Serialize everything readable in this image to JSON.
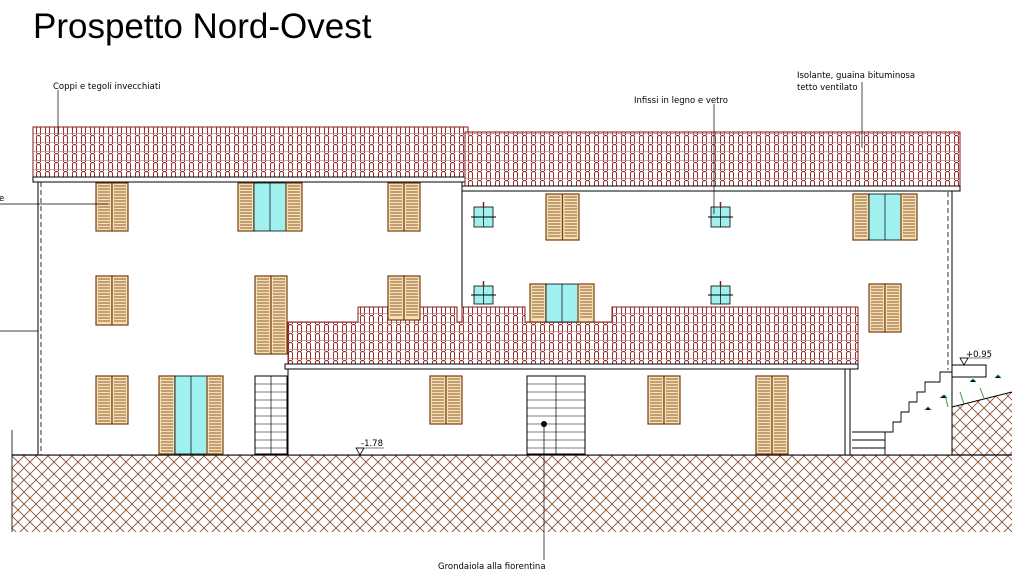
{
  "title": "Prospetto Nord-Ovest",
  "annotations": {
    "roof_tiles": "Coppi e tegoli invecchiati",
    "frames": "Infissi in legno e vetro",
    "insulation_line1": "Isolante, guaina bituminosa",
    "insulation_line2": "tetto ventilato",
    "gutter": "Grondaiola alla fiorentina",
    "left_cut_label": "e"
  },
  "levels": {
    "ground": "-1.78",
    "terrace": "+0.95"
  },
  "colors": {
    "tile": "#8b1a1a",
    "shutter": "#7a3b10",
    "shutter_fill": "#f3e0b5",
    "glass": "#9ff0ef",
    "ground_hatch": "#8b4a2b",
    "grass": "#2e8b2e"
  }
}
